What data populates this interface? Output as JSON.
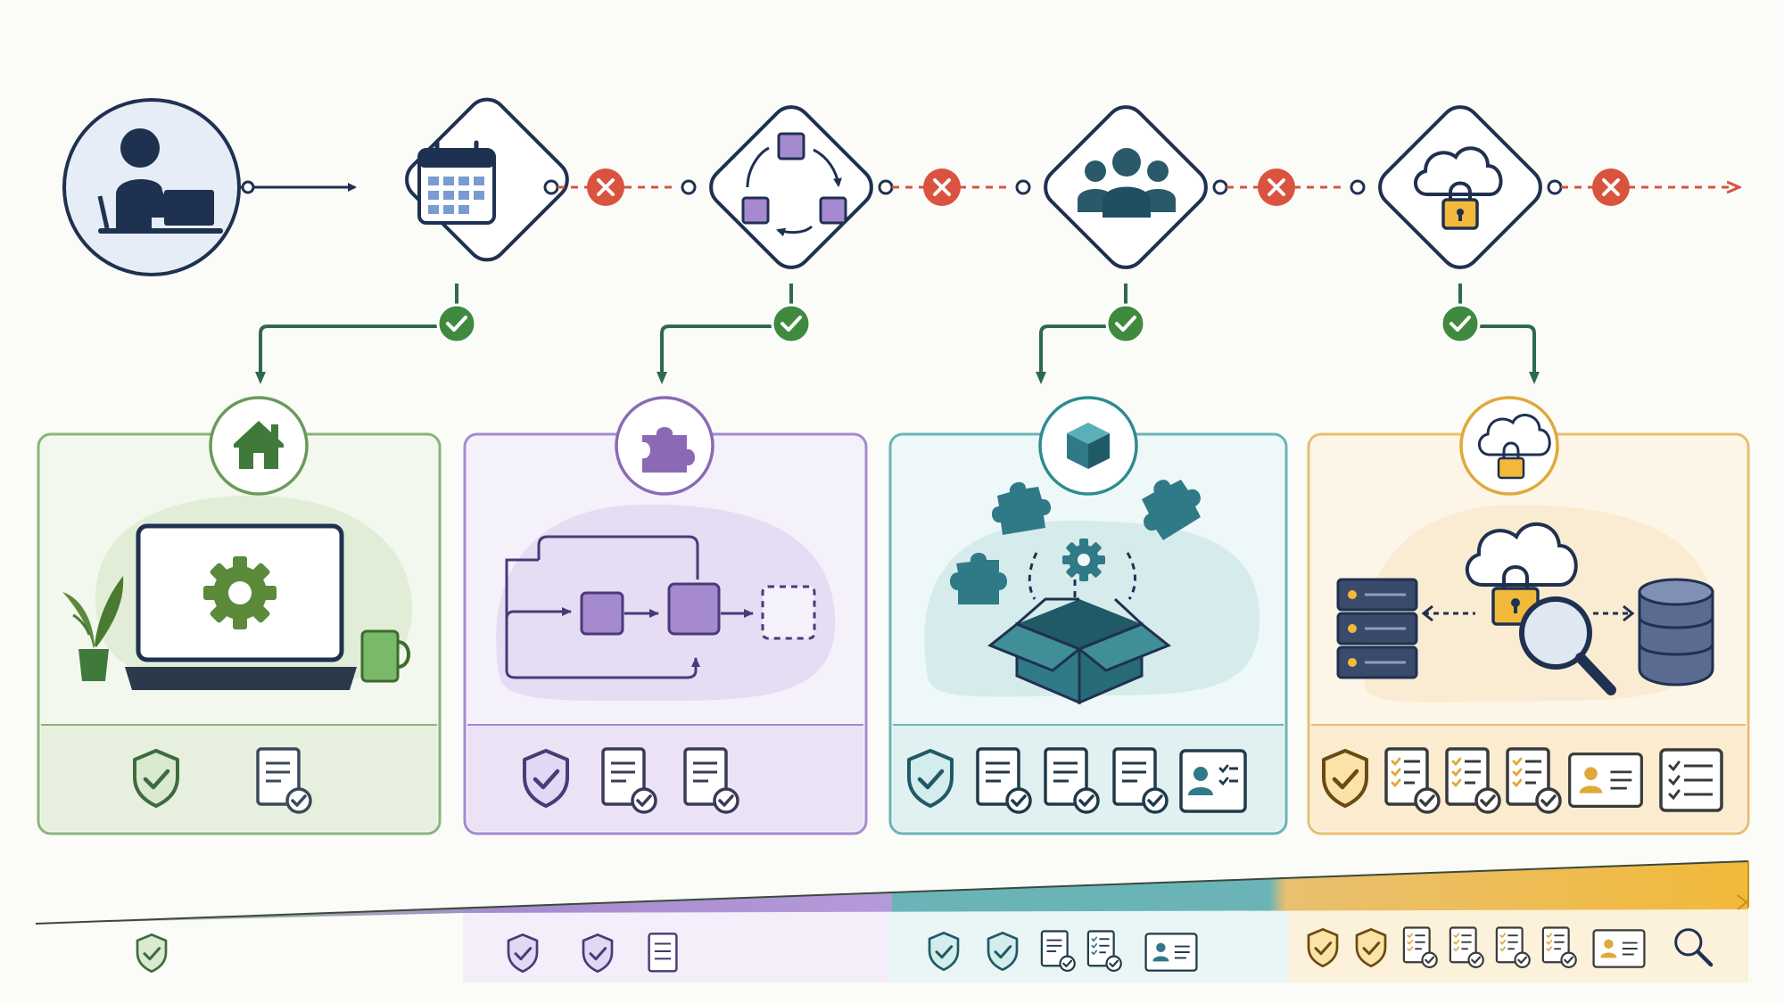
{
  "colors": {
    "navy": "#1f3150",
    "success": "#3f8a3f",
    "fail": "#d9533f",
    "pathGreen": "#2f6a4a",
    "stage1": "#6a9a5a",
    "stage2": "#8a6ab5",
    "stage3": "#2f8a92",
    "stage4": "#e0a83a"
  },
  "flow": {
    "actor_icon": "user-at-laptop-icon",
    "steps": [
      {
        "icon": "calendar-icon",
        "outcome_pass": "check-icon",
        "outcome_fail": "x-icon"
      },
      {
        "icon": "cycle-squares-icon",
        "outcome_pass": "check-icon",
        "outcome_fail": "x-icon"
      },
      {
        "icon": "team-icon",
        "outcome_pass": "check-icon",
        "outcome_fail": "x-icon"
      },
      {
        "icon": "cloud-lock-icon",
        "outcome_pass": "check-icon",
        "outcome_fail": "x-icon"
      }
    ]
  },
  "stages": [
    {
      "badge_icon": "house-icon",
      "scene": "laptop-gear-workspace",
      "tray_icons": [
        "shield-check-icon",
        "document-check-icon"
      ]
    },
    {
      "badge_icon": "puzzle-icon",
      "scene": "process-loop-boxes",
      "tray_icons": [
        "shield-check-icon",
        "document-check-icon",
        "document-check-icon"
      ]
    },
    {
      "badge_icon": "cube-icon",
      "scene": "open-box-puzzle-pieces",
      "tray_icons": [
        "shield-check-icon",
        "document-check-icon",
        "document-check-icon",
        "document-check-icon",
        "profile-card-icon"
      ]
    },
    {
      "badge_icon": "cloud-lock-icon",
      "scene": "servers-cloud-database-search",
      "tray_icons": [
        "shield-check-icon",
        "checklist-doc-icon",
        "checklist-doc-icon",
        "checklist-doc-icon",
        "id-card-icon",
        "checklist-icon"
      ]
    }
  ],
  "ramp": {
    "segments": [
      {
        "icons": [
          "shield-check-icon"
        ]
      },
      {
        "icons": [
          "shield-check-icon",
          "shield-check-icon",
          "document-icon"
        ]
      },
      {
        "icons": [
          "shield-check-icon",
          "shield-check-icon",
          "document-check-icon",
          "checklist-doc-icon",
          "id-card-icon"
        ]
      },
      {
        "icons": [
          "shield-check-icon",
          "shield-check-icon",
          "checklist-doc-icon",
          "checklist-doc-icon",
          "checklist-doc-icon",
          "checklist-doc-icon",
          "id-card-icon",
          "search-icon"
        ]
      }
    ]
  }
}
